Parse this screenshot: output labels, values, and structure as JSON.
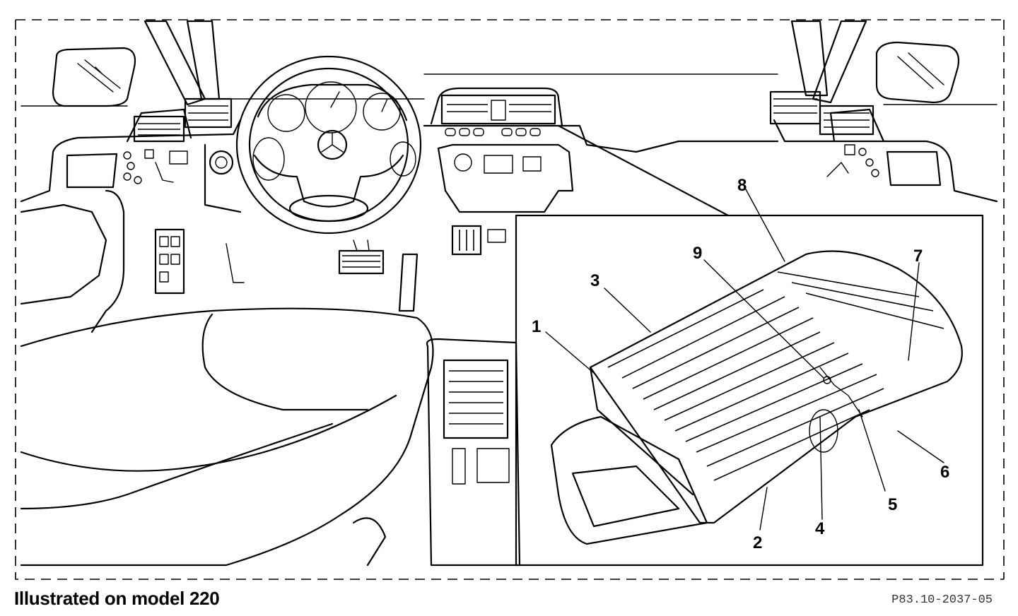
{
  "figure": {
    "caption": "Illustrated on model 220",
    "code": "P83.10-2037-05",
    "callouts": [
      {
        "id": "1",
        "label": "1"
      },
      {
        "id": "2",
        "label": "2"
      },
      {
        "id": "3",
        "label": "3"
      },
      {
        "id": "4",
        "label": "4"
      },
      {
        "id": "5",
        "label": "5"
      },
      {
        "id": "6",
        "label": "6"
      },
      {
        "id": "7",
        "label": "7"
      },
      {
        "id": "8",
        "label": "8"
      },
      {
        "id": "9",
        "label": "9"
      }
    ]
  },
  "colors": {
    "ink": "#000000",
    "paper": "#ffffff"
  }
}
